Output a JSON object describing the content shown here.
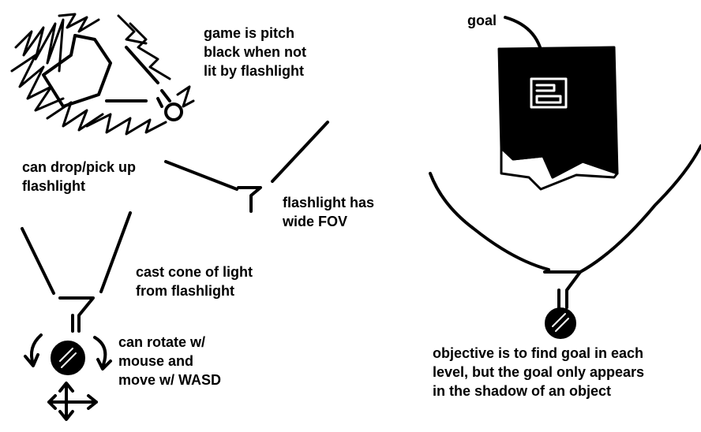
{
  "notes": {
    "pitch_black": "game is pitch\nblack when not\nlit by flashlight",
    "goal": "goal",
    "drop_pickup": "can drop/pick up\nflashlight",
    "wide_fov": "flashlight has\nwide FOV",
    "cast_cone": "cast cone of light\nfrom flashlight",
    "rotate_move": "can rotate w/\nmouse and\nmove w/ WASD",
    "objective": "objective is to find goal in each\nlevel, but the goal only appears\nin the shadow of an object"
  },
  "colors": {
    "ink": "#000000",
    "paper": "#ffffff"
  }
}
